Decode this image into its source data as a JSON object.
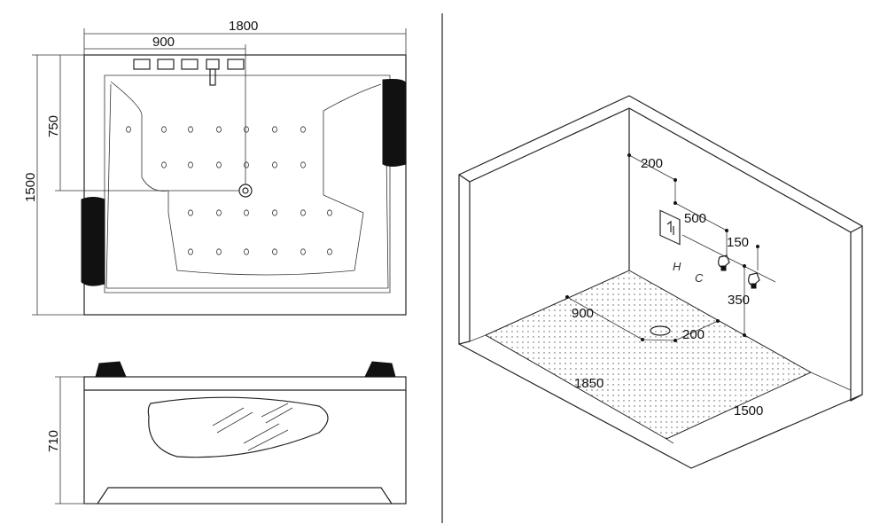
{
  "top_view": {
    "dim_width_total": "1800",
    "dim_width_center": "900",
    "dim_depth_center": "750",
    "dim_depth_total": "1500"
  },
  "side_view": {
    "dim_height": "710"
  },
  "install_view": {
    "dim_panel_offset": "200",
    "dim_panel_to_tap": "500",
    "dim_tap_spacing": "150",
    "label_hot": "H",
    "label_cold": "C",
    "dim_tap_height": "350",
    "dim_drain_from_wall": "900",
    "dim_drain_offset": "200",
    "dim_length": "1850",
    "dim_width": "1500"
  }
}
